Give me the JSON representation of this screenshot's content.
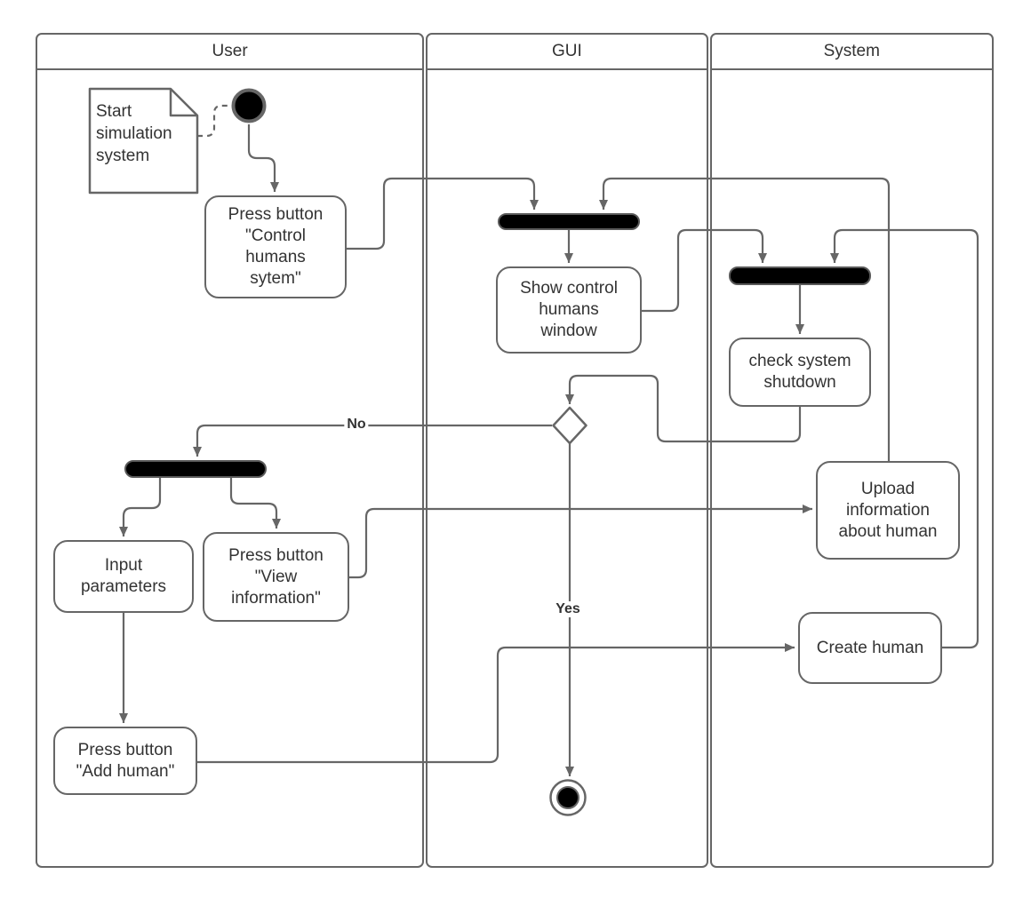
{
  "diagram": {
    "kind": "uml-activity-swimlane-diagram",
    "lanes": [
      {
        "label": "User"
      },
      {
        "label": "GUI"
      },
      {
        "label": "System"
      }
    ],
    "note": {
      "text": "Start\nsimulation\nsystem"
    },
    "nodes": {
      "press_control_button": {
        "label": "Press button\n\"Control\nhumans\nsytem\""
      },
      "show_control_window": {
        "label": "Show control\nhumans\nwindow"
      },
      "check_system_shutdown": {
        "label": "check system\nshutdown"
      },
      "input_parameters": {
        "label": "Input\nparameters"
      },
      "press_view_information": {
        "label": "Press button\n\"View\ninformation\""
      },
      "upload_information": {
        "label": "Upload\ninformation\nabout human"
      },
      "create_human": {
        "label": "Create human"
      },
      "press_add_human": {
        "label": "Press button\n\"Add human\""
      }
    },
    "edge_labels": {
      "no": "No",
      "yes": "Yes"
    },
    "colors": {
      "stroke": "#666666",
      "text": "#333333",
      "fork_fill": "#000000",
      "background": "#ffffff"
    }
  }
}
